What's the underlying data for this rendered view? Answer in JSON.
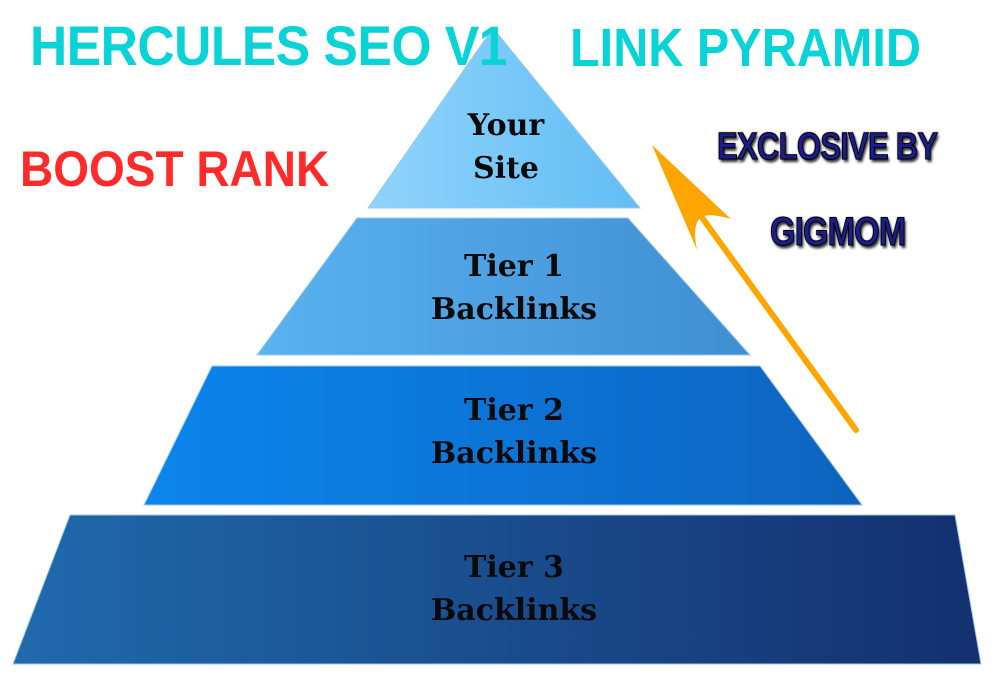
{
  "header": {
    "title_left": "HERCULES SEO V1",
    "title_right": "LINK PYRAMID",
    "tagline": "BOOST RANK"
  },
  "badge": {
    "line1": "EXCLOSIVE BY",
    "line2": "GIGMOM"
  },
  "pyramid": {
    "tiers": [
      {
        "line1": "Your",
        "line2": "Site",
        "color_from": "#8fd4fb",
        "color_to": "#62bdf5"
      },
      {
        "line1": "Tier 1",
        "line2": "Backlinks",
        "color_from": "#5ab2f0",
        "color_to": "#3f8ed2"
      },
      {
        "line1": "Tier 2",
        "line2": "Backlinks",
        "color_from": "#0b85ee",
        "color_to": "#0d64bf"
      },
      {
        "line1": "Tier 3",
        "line2": "Backlinks",
        "color_from": "#1f6aad",
        "color_to": "#14306f"
      }
    ]
  },
  "colors": {
    "title": "#08d3d6",
    "tagline": "#ff2b2b",
    "arrow": "#ffa500",
    "badge_text": "#1c1c8a"
  },
  "arrow": {
    "direction": "up-left",
    "icon": "arrow-up-icon"
  }
}
